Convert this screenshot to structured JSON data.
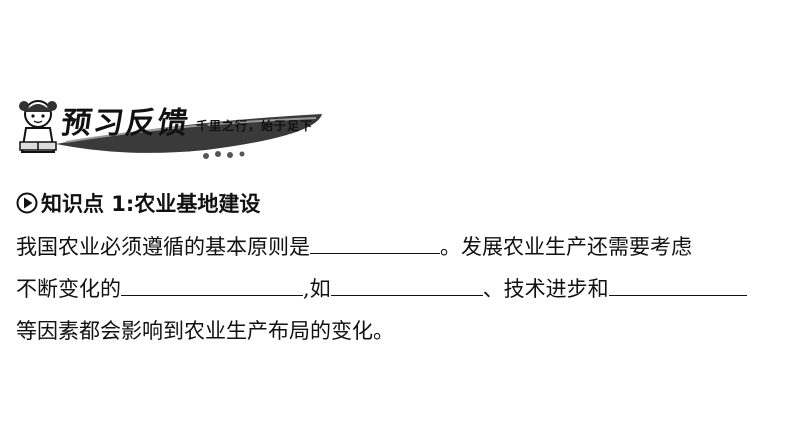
{
  "header": {
    "title": "预习反馈",
    "motto": "千里之行，始于足下",
    "icons": [
      "girl-reading-icon",
      "triangle-play-icon"
    ]
  },
  "section": {
    "heading": "知识点 1:农业基地建设"
  },
  "paragraph": {
    "line1_a": "我国农业必须遵循的基本原则是",
    "line1_b": "。发展农业生产还需要考虑",
    "line2_a": "不断变化的",
    "line2_b": ",如",
    "line2_c": "、技术进步和",
    "line3": "等因素都会影响到农业生产布局的变化。"
  }
}
